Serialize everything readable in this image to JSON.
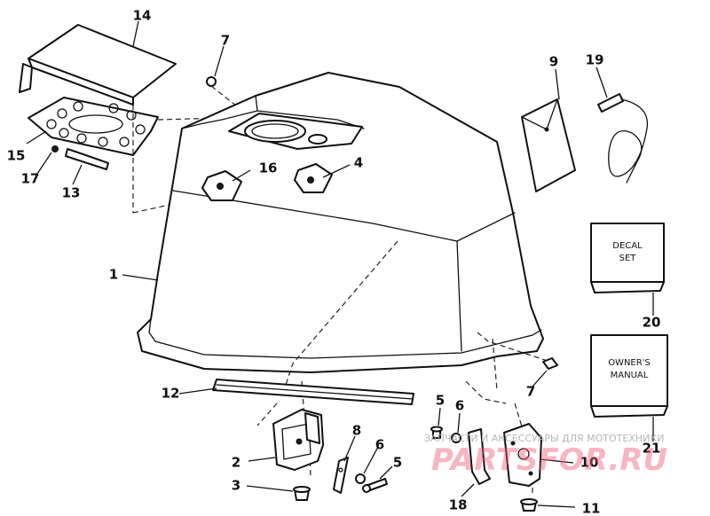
{
  "callouts": {
    "c1": "1",
    "c2": "2",
    "c3": "3",
    "c4": "4",
    "c5a": "5",
    "c5b": "5",
    "c6a": "6",
    "c6b": "6",
    "c7a": "7",
    "c7b": "7",
    "c8": "8",
    "c9": "9",
    "c10": "10",
    "c11": "11",
    "c12": "12",
    "c13": "13",
    "c14": "14",
    "c15": "15",
    "c16": "16",
    "c17": "17",
    "c18": "18",
    "c19": "19",
    "c20": "20",
    "c21": "21"
  },
  "decal_box": {
    "line1": "DECAL",
    "line2": "SET"
  },
  "manual_box": {
    "line1": "OWNER'S",
    "line2": "MANUAL"
  },
  "watermark": {
    "small": "ЗАПЧАСТИ И АКСЕССУАРЫ ДЛЯ МОТОТЕХНИКИ",
    "big": "PARTSFOR.RU"
  }
}
